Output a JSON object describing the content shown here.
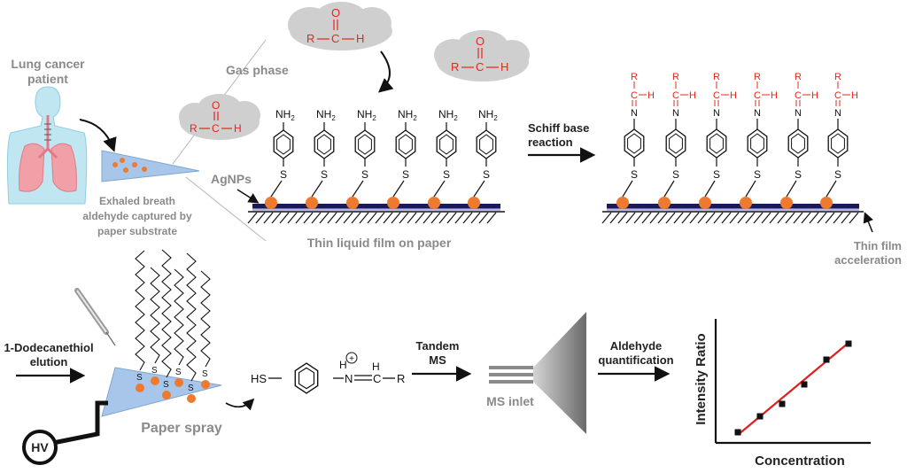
{
  "colors": {
    "red": "#e0281c",
    "dark": "#222222",
    "gray": "#8a8a8a",
    "orange": "#ee7a30",
    "paper_blue": "#a7c6ea",
    "cloud": "#cfcfcf",
    "line_fit": "#e02020"
  },
  "labels": {
    "patient": [
      "Lung cancer",
      "patient"
    ],
    "exhaled": [
      "Exhaled breath",
      "aldehyde captured by",
      "paper substrate"
    ],
    "gas_phase": "Gas phase",
    "agnps": "AgNPs",
    "thin_liquid_film": "Thin liquid film on paper",
    "schiff": [
      "Schiff base",
      "reaction"
    ],
    "thin_film_acc": [
      "Thin film",
      "acceleration"
    ],
    "dodecanethiol": [
      "1-Dodecanethiol",
      "elution"
    ],
    "paper_spray": "Paper spray",
    "hv": "HV",
    "tandem": [
      "Tandem",
      "MS"
    ],
    "ms_inlet": "MS inlet",
    "aldehyde_quant": [
      "Aldehyde",
      "quantification"
    ],
    "x_axis": "Concentration",
    "y_axis": "Intensity Ratio"
  },
  "chem": {
    "nh2": "NH",
    "nh2_sub": "2",
    "s": "S",
    "n": "N",
    "r": "R",
    "c": "C",
    "h": "H",
    "o": "O",
    "hs": "HS",
    "plus": "+"
  },
  "chart_data": {
    "type": "scatter",
    "title": "",
    "xlabel": "Concentration",
    "ylabel": "Intensity Ratio",
    "xlim": [
      0,
      7
    ],
    "ylim": [
      0,
      7
    ],
    "points": [
      {
        "x": 1,
        "y": 0.6
      },
      {
        "x": 2,
        "y": 1.5
      },
      {
        "x": 3,
        "y": 2.2
      },
      {
        "x": 4,
        "y": 3.3
      },
      {
        "x": 5,
        "y": 4.7
      },
      {
        "x": 6,
        "y": 5.6
      }
    ],
    "fit_line": {
      "x": [
        1,
        6
      ],
      "y": [
        0.45,
        5.65
      ]
    },
    "grid": false
  }
}
